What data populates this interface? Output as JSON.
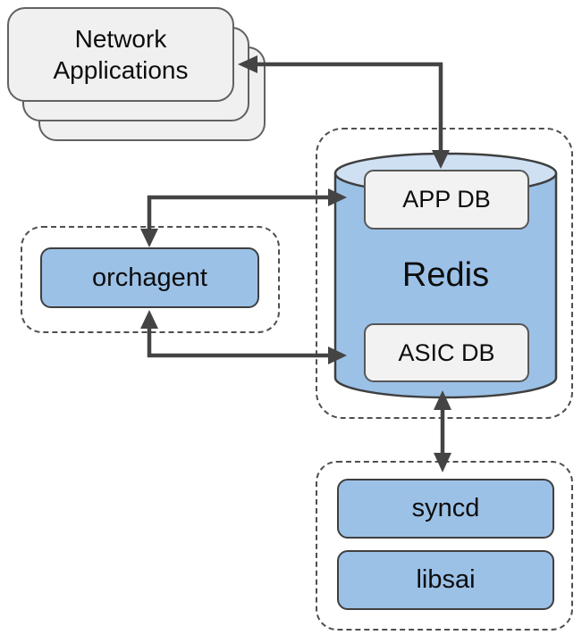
{
  "diagram": {
    "nodes": {
      "network_applications": {
        "label": "Network Applications",
        "shape": "stacked-cards",
        "fill": "#f0f0f0"
      },
      "orchagent": {
        "label": "orchagent",
        "shape": "rounded-rect",
        "fill": "#9cc1e7"
      },
      "redis": {
        "label": "Redis",
        "shape": "cylinder",
        "fill": "#9cc1e7"
      },
      "app_db": {
        "label": "APP DB",
        "shape": "rounded-rect",
        "fill": "#f2f2f2"
      },
      "asic_db": {
        "label": "ASIC DB",
        "shape": "rounded-rect",
        "fill": "#f2f2f2"
      },
      "syncd": {
        "label": "syncd",
        "shape": "rounded-rect",
        "fill": "#9cc1e7"
      },
      "libsai": {
        "label": "libsai",
        "shape": "rounded-rect",
        "fill": "#9cc1e7"
      }
    },
    "groups": [
      {
        "name": "redis-group",
        "contains": [
          "redis",
          "app_db",
          "asic_db"
        ],
        "border": "dashed"
      },
      {
        "name": "orchagent-group",
        "contains": [
          "orchagent"
        ],
        "border": "dashed"
      },
      {
        "name": "syncd-group",
        "contains": [
          "syncd",
          "libsai"
        ],
        "border": "dashed"
      }
    ],
    "edges": [
      {
        "between": [
          "app_db",
          "network_applications"
        ],
        "direction": "bidirectional",
        "style": "elbow"
      },
      {
        "between": [
          "app_db",
          "orchagent"
        ],
        "direction": "bidirectional",
        "style": "elbow"
      },
      {
        "between": [
          "orchagent",
          "asic_db"
        ],
        "direction": "bidirectional",
        "style": "elbow"
      },
      {
        "between": [
          "redis",
          "syncd"
        ],
        "direction": "bidirectional",
        "style": "straight"
      }
    ],
    "colors": {
      "node_blue": "#9cc1e7",
      "cylinder_top_blue": "#cfe0f3",
      "card_gray": "#f0f0f0",
      "db_box_gray": "#f2f2f2",
      "blue_box_border": "#3f3f3f",
      "gray_box_border": "#5e5e5e",
      "dashed_border": "#4f4f4f",
      "arrow": "#444444",
      "text": "#0d0d0d",
      "background": "#ffffff"
    }
  }
}
